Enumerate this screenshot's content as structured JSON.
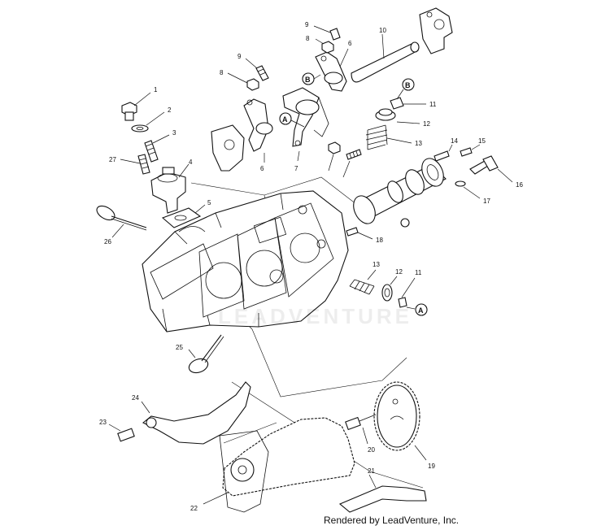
{
  "diagram": {
    "callouts": [
      "1",
      "2",
      "3",
      "4",
      "5",
      "6",
      "6",
      "7",
      "8",
      "8",
      "9",
      "9",
      "10",
      "11",
      "11",
      "12",
      "12",
      "13",
      "13",
      "14",
      "15",
      "16",
      "17",
      "18",
      "19",
      "20",
      "21",
      "22",
      "23",
      "24",
      "25",
      "26",
      "27"
    ],
    "reference_marks": [
      "A",
      "A",
      "B",
      "B"
    ],
    "watermark": "LEADVENTURE",
    "credit": "Rendered by LeadVenture, Inc."
  }
}
